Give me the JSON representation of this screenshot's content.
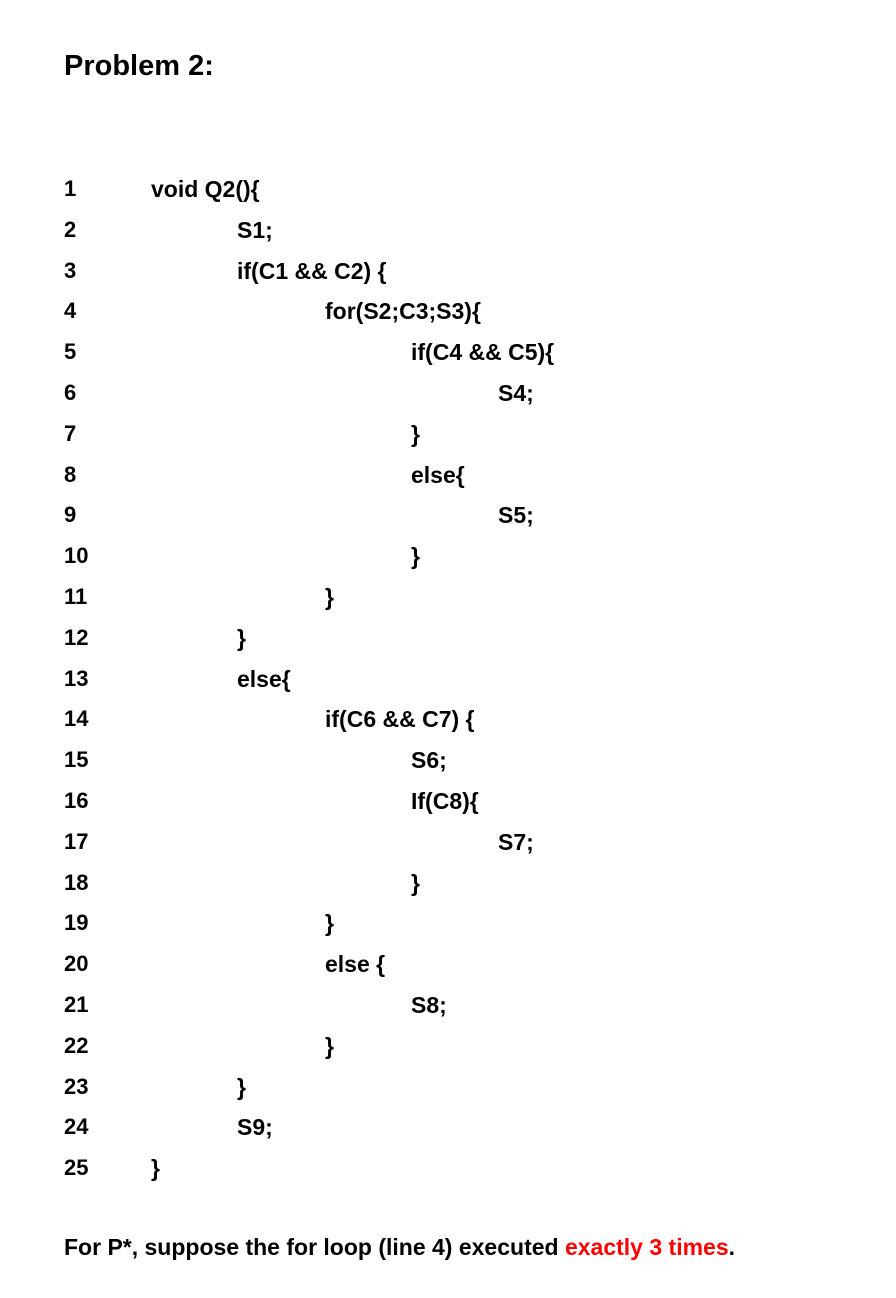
{
  "title": "Problem 2:",
  "code_lines": [
    {
      "n": "1",
      "indent": 0,
      "text": "void Q2(){"
    },
    {
      "n": "2",
      "indent": 1,
      "text": "S1;"
    },
    {
      "n": "3",
      "indent": 1,
      "text": "if(C1 && C2) {"
    },
    {
      "n": "4",
      "indent": 2,
      "text": "for(S2;C3;S3){"
    },
    {
      "n": "5",
      "indent": 3,
      "text": "if(C4 && C5){"
    },
    {
      "n": "6",
      "indent": 4,
      "text": "S4;"
    },
    {
      "n": "7",
      "indent": 3,
      "text": "}"
    },
    {
      "n": "8",
      "indent": 3,
      "text": "else{"
    },
    {
      "n": "9",
      "indent": 4,
      "text": "S5;"
    },
    {
      "n": "10",
      "indent": 3,
      "text": "}"
    },
    {
      "n": "11",
      "indent": 2,
      "text": "}"
    },
    {
      "n": "12",
      "indent": 1,
      "text": "}"
    },
    {
      "n": "13",
      "indent": 1,
      "text": "else{"
    },
    {
      "n": "14",
      "indent": 2,
      "text": "if(C6 && C7) {"
    },
    {
      "n": "15",
      "indent": 3,
      "text": "S6;"
    },
    {
      "n": "16",
      "indent": 3,
      "text": "If(C8){"
    },
    {
      "n": "17",
      "indent": 4,
      "text": "S7;"
    },
    {
      "n": "18",
      "indent": 3,
      "text": "}"
    },
    {
      "n": "19",
      "indent": 2,
      "text": "}"
    },
    {
      "n": "20",
      "indent": 2,
      "text": "else {"
    },
    {
      "n": "21",
      "indent": 3,
      "text": "S8;"
    },
    {
      "n": "22",
      "indent": 2,
      "text": "}"
    },
    {
      "n": "23",
      "indent": 1,
      "text": "}"
    },
    {
      "n": "24",
      "indent": 1,
      "text": "S9;"
    },
    {
      "n": "25",
      "indent": 0,
      "text": "}"
    }
  ],
  "footer": {
    "prefix": "For P*, suppose the for loop (line 4) executed ",
    "highlight": "exactly 3 times",
    "suffix": ".",
    "highlight_color": "#ff0000"
  }
}
